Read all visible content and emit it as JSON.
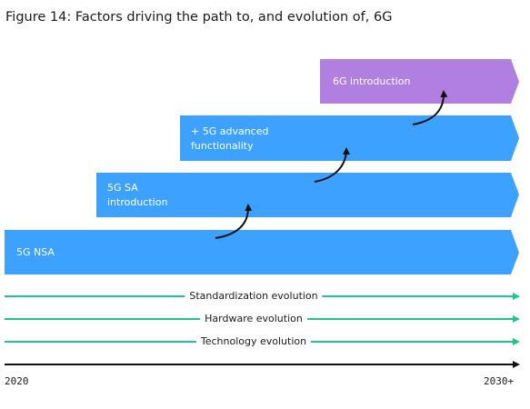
{
  "title": "Figure 14: Factors driving the path to, and evolution of, 6G",
  "colors": {
    "blue": "#3da2ff",
    "purple": "#b17fe0",
    "green": "#1ec785",
    "axis": "#111111"
  },
  "stages": [
    {
      "lines": [
        "5G NSA"
      ]
    },
    {
      "lines": [
        "5G SA",
        "introduction"
      ]
    },
    {
      "lines": [
        "+ 5G advanced",
        "functionality"
      ]
    },
    {
      "lines": [
        "6G introduction"
      ]
    }
  ],
  "evolutions": [
    {
      "label": "Standardization evolution"
    },
    {
      "label": "Hardware evolution"
    },
    {
      "label": "Technology evolution"
    }
  ],
  "timeline": {
    "start": "2020",
    "end": "2030+"
  }
}
